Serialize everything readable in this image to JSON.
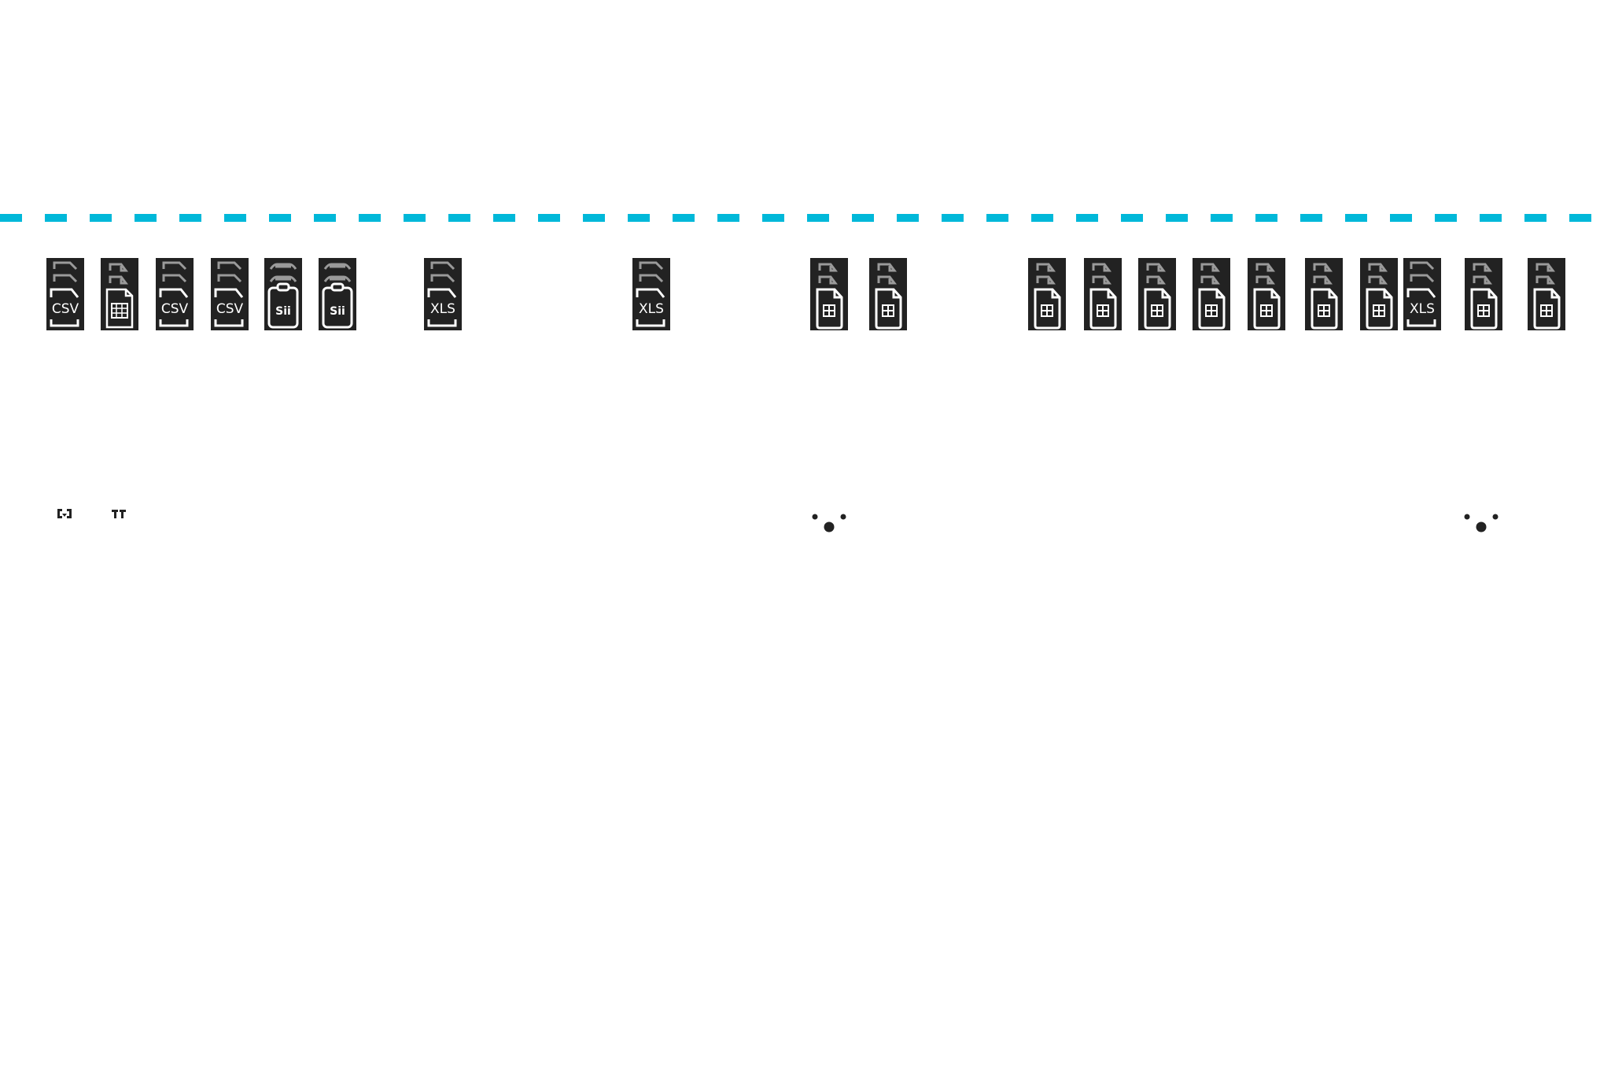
{
  "separator": {
    "color": "#00b8d9",
    "style": "dashed"
  },
  "icon_colors": {
    "tile": "#222222",
    "back_outline": "#9a9a9a",
    "front_outline": "#ffffff"
  },
  "files": [
    {
      "type": "csv",
      "label": "CSV"
    },
    {
      "type": "sheet-grid",
      "label": ""
    },
    {
      "type": "csv",
      "label": "CSV"
    },
    {
      "type": "csv",
      "label": "CSV"
    },
    {
      "type": "sii",
      "label": "Sii"
    },
    {
      "type": "sii",
      "label": "Sii"
    },
    {
      "type": "xls",
      "label": "XLS"
    },
    {
      "type": "xls",
      "label": "XLS"
    },
    {
      "type": "sheet",
      "label": ""
    },
    {
      "type": "sheet",
      "label": ""
    },
    {
      "type": "sheet",
      "label": ""
    },
    {
      "type": "sheet",
      "label": ""
    },
    {
      "type": "sheet",
      "label": ""
    },
    {
      "type": "sheet",
      "label": ""
    },
    {
      "type": "sheet",
      "label": ""
    },
    {
      "type": "sheet",
      "label": ""
    },
    {
      "type": "sheet",
      "label": ""
    },
    {
      "type": "xls",
      "label": "XLS"
    },
    {
      "type": "sheet",
      "label": ""
    },
    {
      "type": "sheet",
      "label": ""
    }
  ],
  "small_icons": [
    {
      "name": "expand-icon"
    },
    {
      "name": "crop-marks-icon"
    }
  ],
  "indicators": [
    {
      "name": "three-dots-indicator"
    },
    {
      "name": "three-dots-indicator"
    }
  ]
}
